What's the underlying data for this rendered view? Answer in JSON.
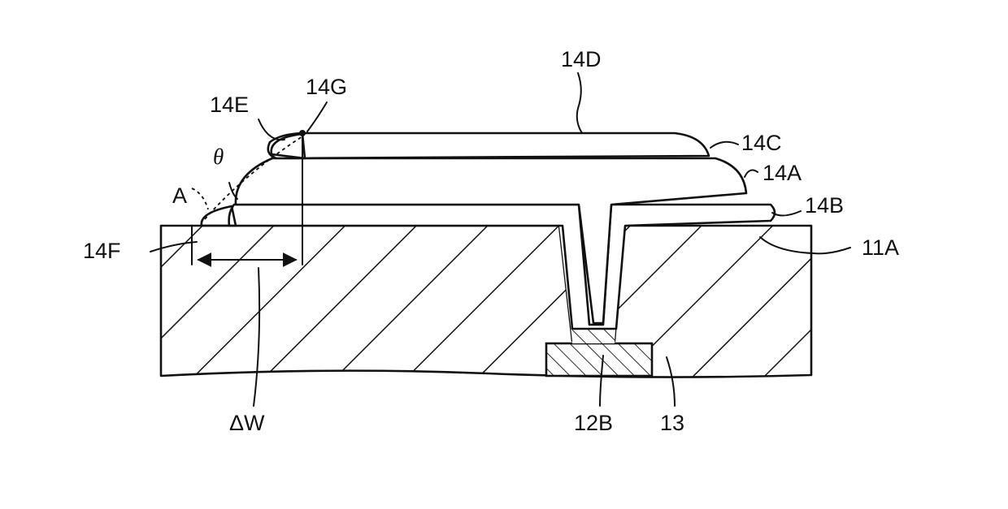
{
  "figure": {
    "labels": {
      "l14D": "14D",
      "l14E": "14E",
      "l14G": "14G",
      "l14C": "14C",
      "theta": "θ",
      "l14A": "14A",
      "lA": "A",
      "l14B": "14B",
      "l14F": "14F",
      "l11A": "11A",
      "dW": "ΔW",
      "l12B": "12B",
      "l13": "13"
    }
  }
}
